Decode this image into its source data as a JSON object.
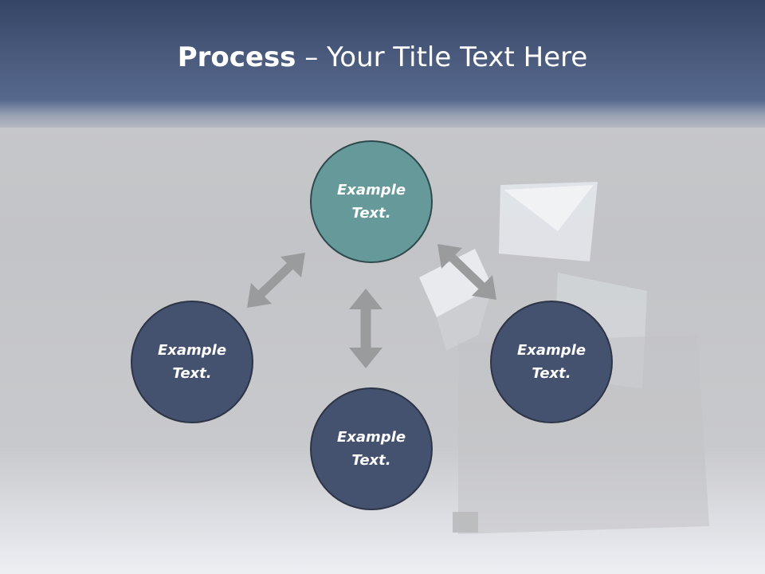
{
  "slide": {
    "title_bold": "Process",
    "title_rest": " – Your Title Text Here"
  },
  "nodes": {
    "top": {
      "line1": "Example",
      "line2": "Text."
    },
    "left": {
      "line1": "Example",
      "line2": "Text."
    },
    "right": {
      "line1": "Example",
      "line2": "Text."
    },
    "bottom": {
      "line1": "Example",
      "line2": "Text."
    }
  },
  "colors": {
    "header": "#4a5a7d",
    "top_node": "#66999a",
    "node": "#45526f",
    "arrow": "#9a9b9d"
  }
}
